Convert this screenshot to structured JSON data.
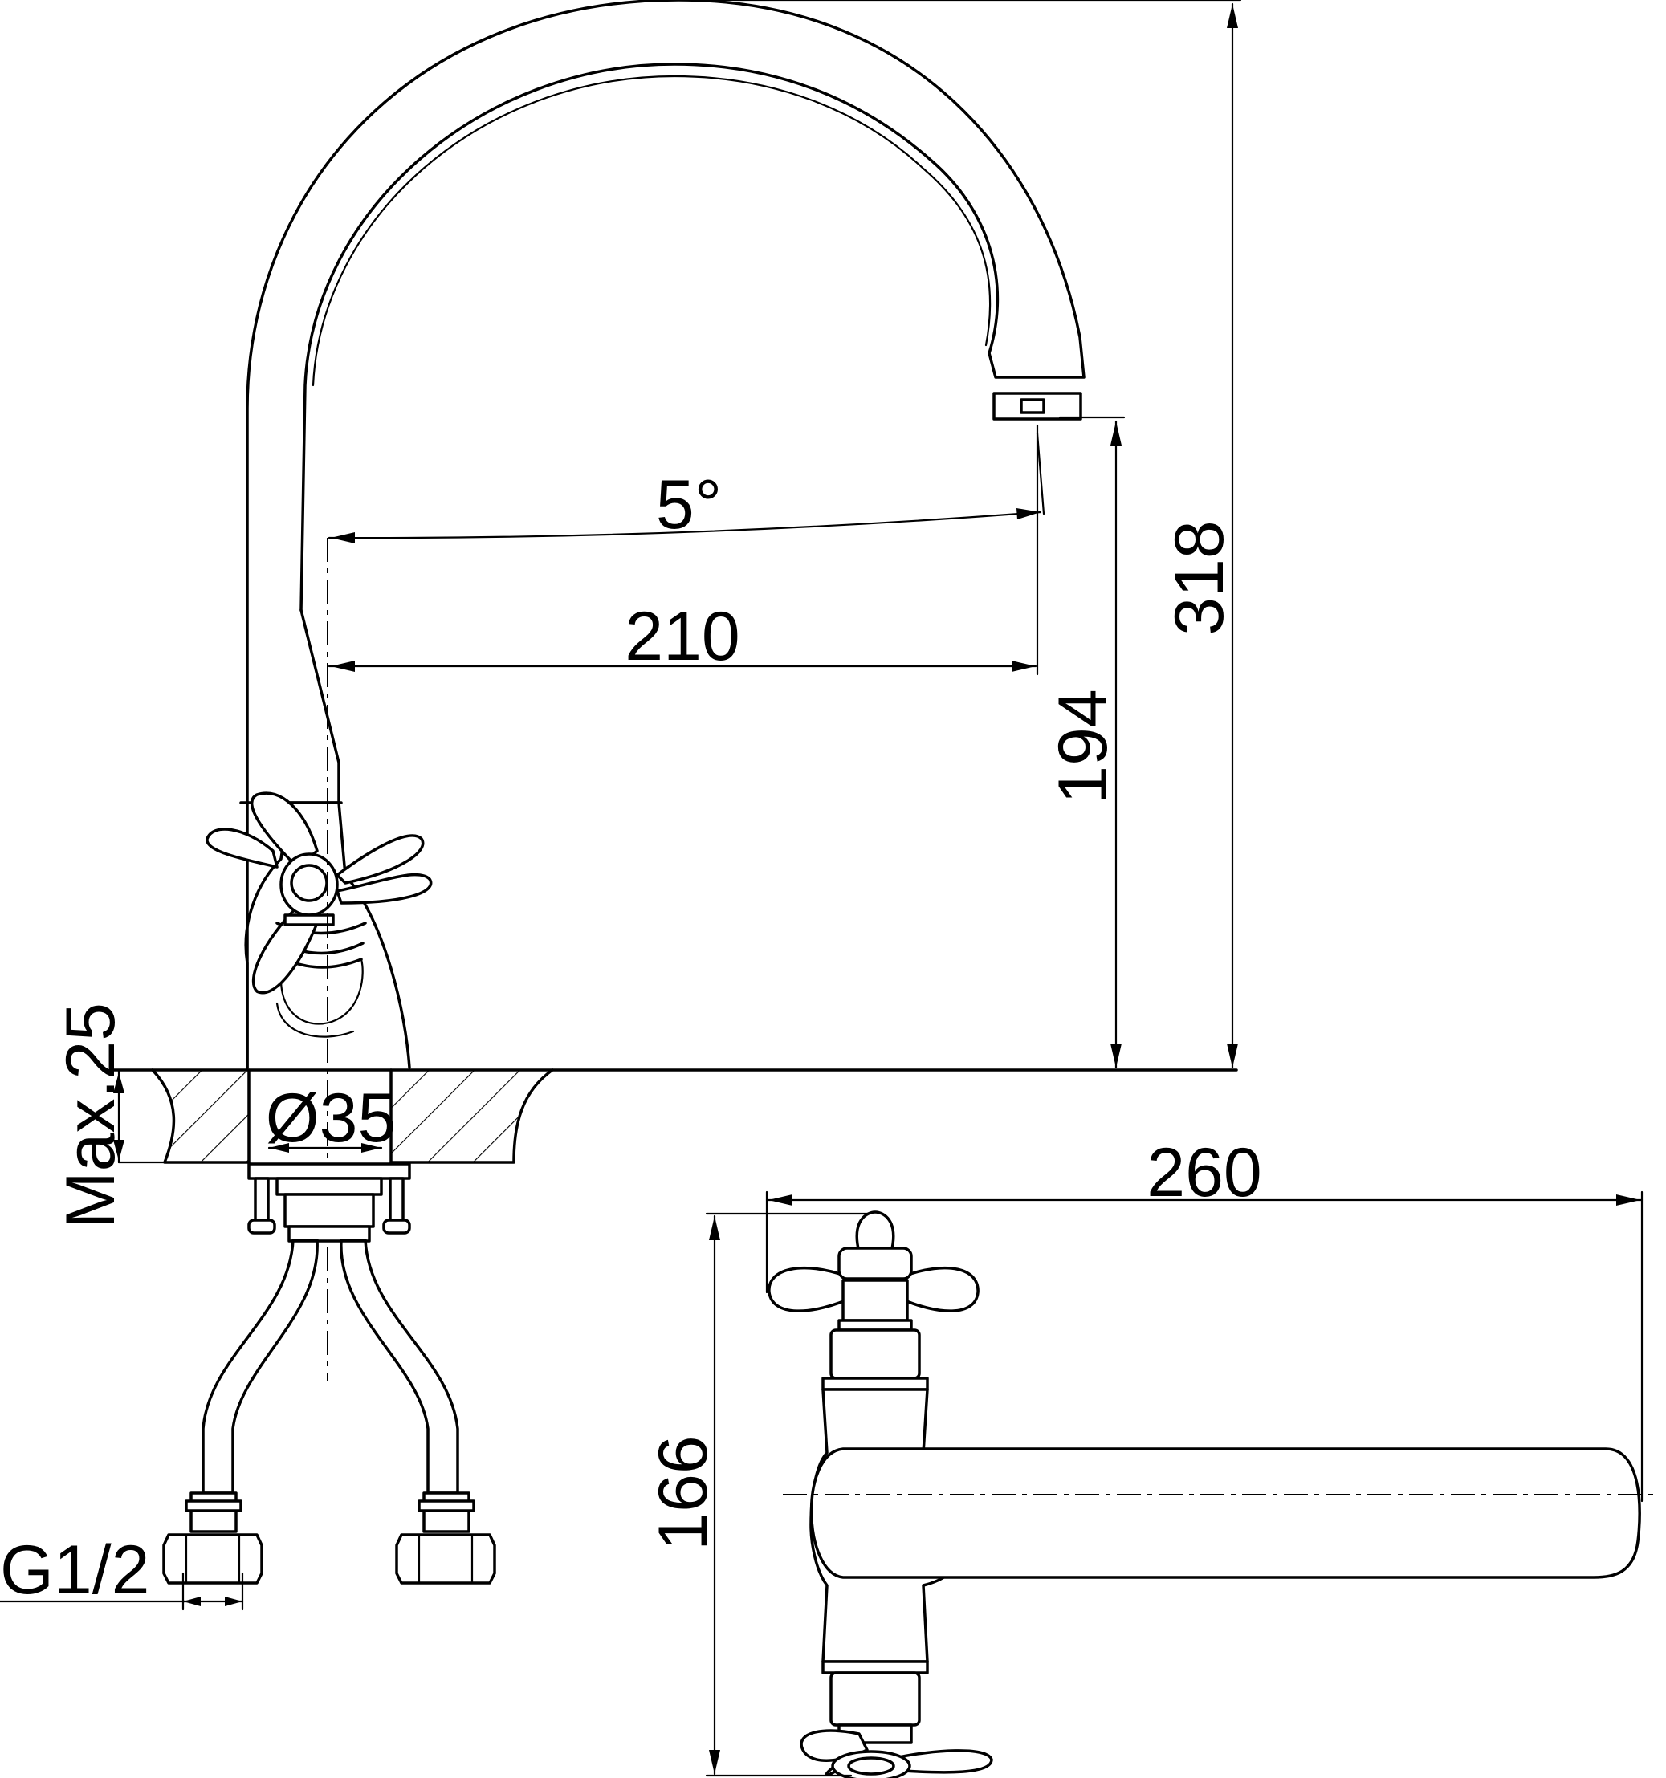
{
  "dimensions": {
    "angle": "5°",
    "reach": "210",
    "spout_height": "194",
    "total_height": "318",
    "max_thickness": "Max.25",
    "hole_diameter": "Ø35",
    "thread": "G1/2",
    "top_view_length": "260",
    "top_view_width": "166"
  }
}
